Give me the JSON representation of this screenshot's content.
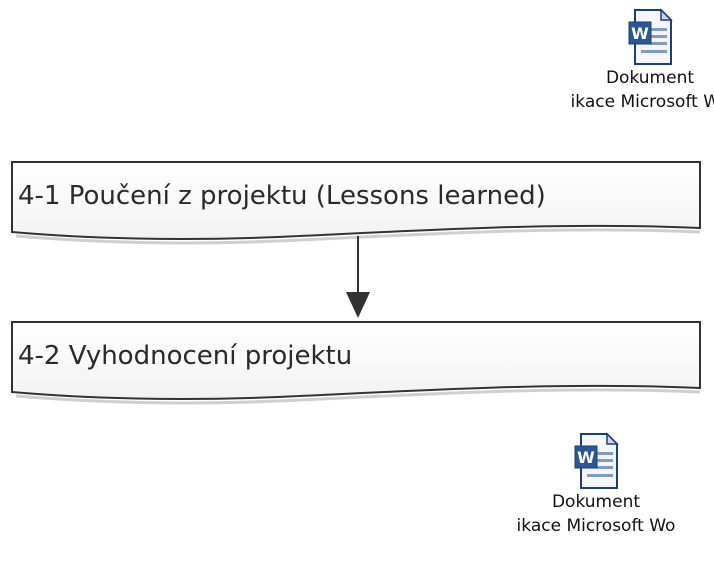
{
  "documents": [
    {
      "icon": "word-document-icon",
      "line1": "Dokument",
      "line2": "ikace Microsoft Wo"
    },
    {
      "icon": "word-document-icon",
      "line1": "Dokument",
      "line2": "ikace Microsoft Wo"
    }
  ],
  "steps": [
    {
      "label": "4-1 Poučení z projektu (Lessons learned)"
    },
    {
      "label": "4-2 Vyhodnocení projektu"
    }
  ],
  "colors": {
    "shape_fill": "#ffffff",
    "shape_stroke": "#333333",
    "connector": "#333333",
    "word_blue": "#2b5797"
  }
}
